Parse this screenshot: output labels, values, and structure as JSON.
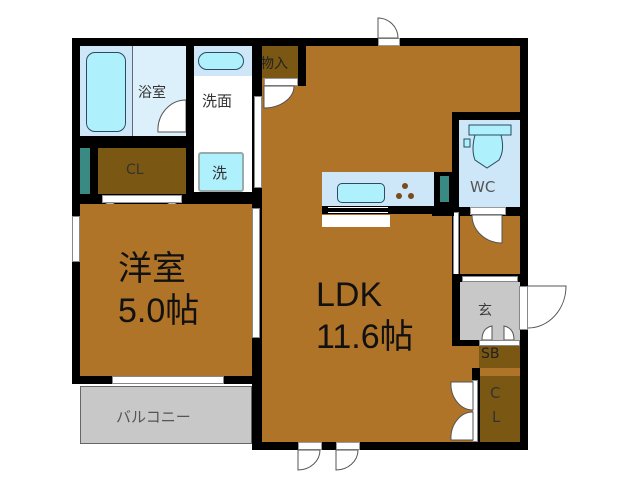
{
  "floor_plan": {
    "rooms": {
      "western_room": {
        "label_line1": "洋室",
        "label_line2": "5.0帖"
      },
      "ldk": {
        "label_line1": "LDK",
        "label_line2": "11.6帖"
      },
      "bathroom": {
        "label": "浴室"
      },
      "washroom": {
        "label": "洗面"
      },
      "washer": {
        "label": "洗"
      },
      "storage": {
        "label": "物入"
      },
      "closet_west": {
        "label": "CL"
      },
      "closet_east": {
        "label_line1": "C",
        "label_line2": "L"
      },
      "toilet": {
        "label": "WC"
      },
      "entrance": {
        "label": "玄"
      },
      "shoe_box": {
        "label": "SB"
      },
      "balcony": {
        "label": "バルコニー"
      }
    },
    "colors": {
      "wall": "#000000",
      "floor": "#b07428",
      "closet": "#7a5712",
      "wet_area": "#cde6f8",
      "fixture": "#aef0fb",
      "entrance": "#c8c8c8",
      "teal_panel": "#3a8a84"
    }
  }
}
